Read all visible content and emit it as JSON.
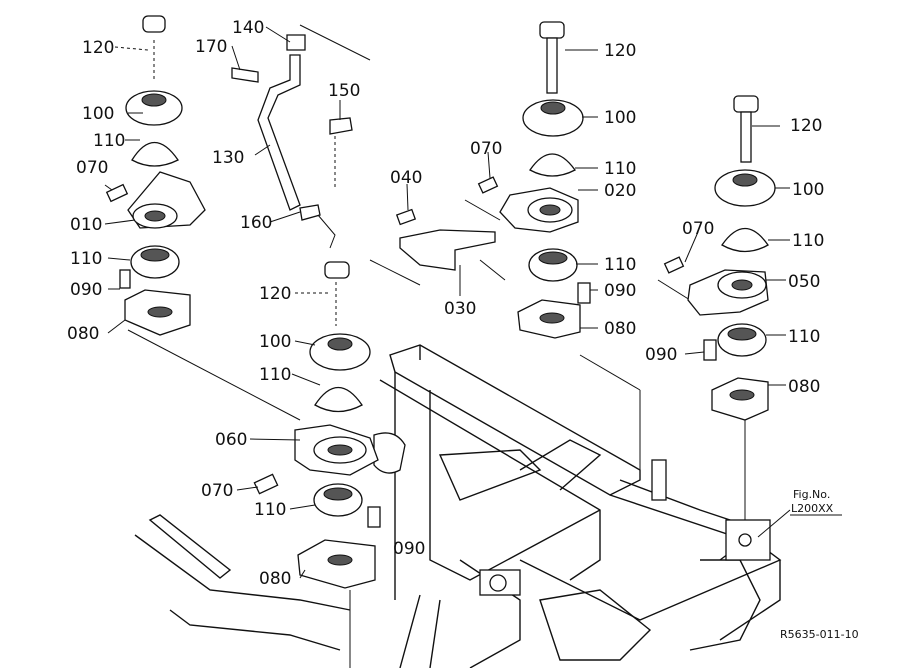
{
  "callouts": {
    "c120a": "120",
    "c100a": "100",
    "c110a": "110",
    "c070a": "070",
    "c010": "010",
    "c110b": "110",
    "c090a": "090",
    "c080a": "080",
    "c140": "140",
    "c170": "170",
    "c150": "150",
    "c130": "130",
    "c160": "160",
    "c120b": "120",
    "c100b": "100",
    "c110c": "110",
    "c060": "060",
    "c070b": "070",
    "c110d": "110",
    "c090b": "090",
    "c080b": "080",
    "c040": "040",
    "c030": "030",
    "c070c": "070",
    "c120c": "120",
    "c100c": "100",
    "c110e": "110",
    "c020": "020",
    "c110f": "110",
    "c090c": "090",
    "c080c": "080",
    "c120d": "120",
    "c100d": "100",
    "c070d": "070",
    "c110g": "110",
    "c050": "050",
    "c110h": "110",
    "c090d": "090",
    "c080d": "080"
  },
  "figure": {
    "label": "Fig.No.",
    "number": "L200XX"
  },
  "drawing_code": "R5635-011-10"
}
